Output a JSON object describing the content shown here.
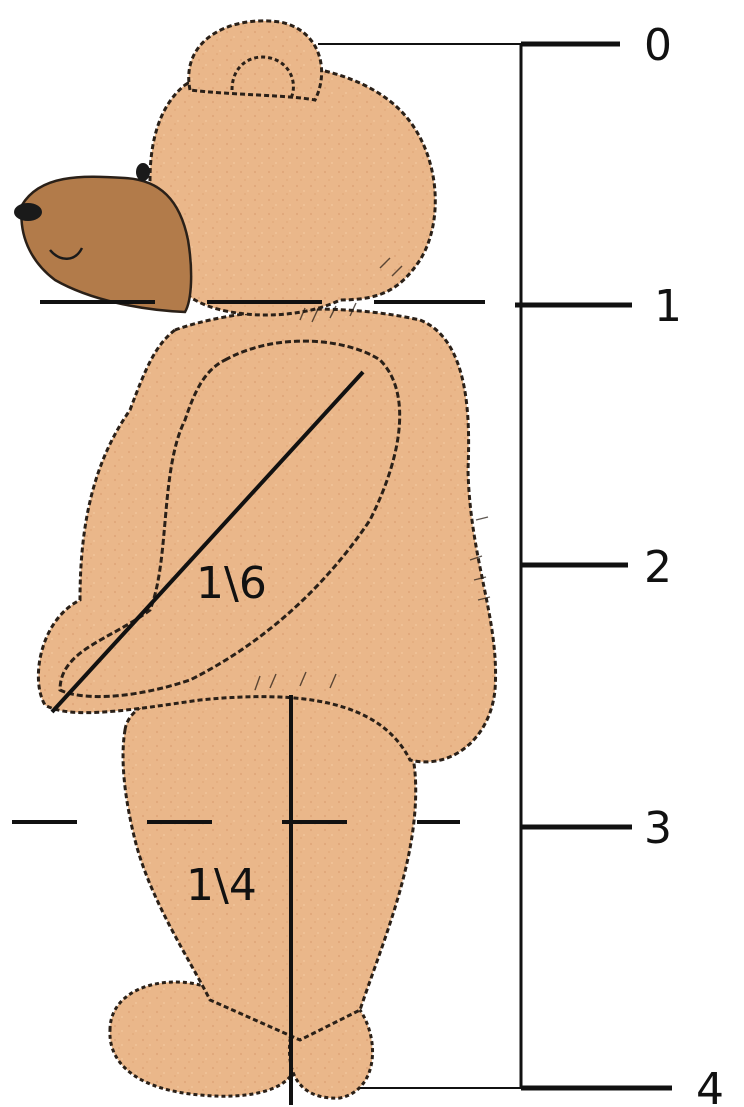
{
  "scale": {
    "ticks": [
      "0",
      "1",
      "2",
      "3",
      "4"
    ]
  },
  "annotations": {
    "arm_ratio": "1\\6",
    "leg_ratio": "1\\4"
  },
  "colors": {
    "fur": "#eab78a",
    "fur_shade": "#d89f6e",
    "muzzle": "#b27b4a",
    "ink": "#111111"
  }
}
